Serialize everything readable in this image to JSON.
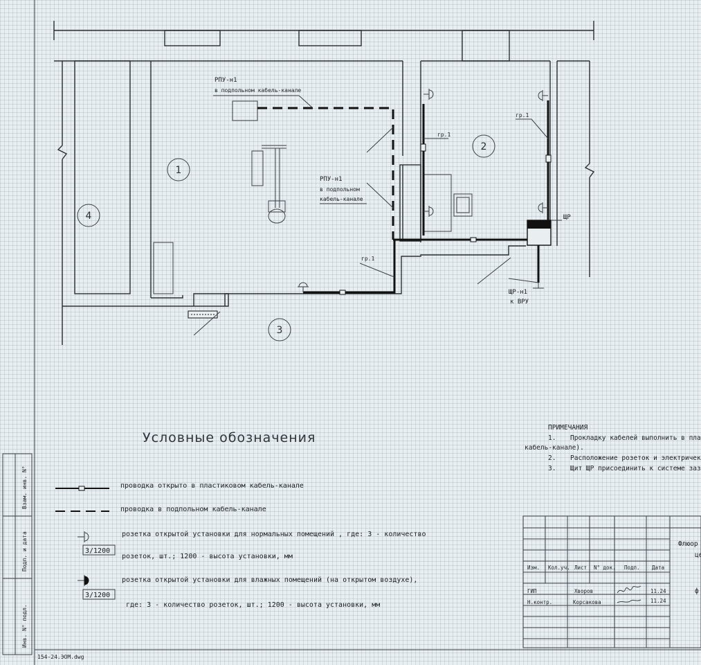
{
  "plan": {
    "rooms": [
      "1",
      "2",
      "3",
      "4"
    ],
    "label_rpu1_top": "РПУ-н1",
    "label_floor_channel_top": "в подпольном кабель-канале",
    "label_rpu1_mid": "РПУ-н1",
    "label_floor_mid_1": "в подпольном",
    "label_floor_mid_2": "кабель-канале",
    "label_gr1_a": "гр.1",
    "label_gr1_b": "гр.1",
    "label_gr1_c": "гр.1",
    "label_shr": "ЩР",
    "label_shr_n1": "ЩР-н1",
    "label_to_vru": "к ВРУ"
  },
  "legend": {
    "title": "Условные обозначения",
    "items": [
      {
        "text": "проводка открыто в пластиковом кабель-канале"
      },
      {
        "text": "проводка в подпольном кабель-канале"
      },
      {
        "text_line1": "розетка открытой установки для нормальных помещений , где: 3 - количество",
        "text_line2": "розеток, шт.; 1200 - высота установки, мм",
        "box": "3/1200"
      },
      {
        "text_line1": "розетка открытой установки для влажных помещений (на открытом воздухе),",
        "text_line2": "где: 3 - количество розеток, шт.; 1200 - высота установки, мм",
        "box": "3/1200"
      }
    ]
  },
  "notes": {
    "title": "ПРИМЕЧАНИЯ",
    "items": [
      {
        "num": "1.",
        "text": "Прокладку кабелей выполнить в плас"
      },
      {
        "num": "",
        "text": "кабель-канале)."
      },
      {
        "num": "2.",
        "text": "Расположение розеток и электричек"
      },
      {
        "num": "3.",
        "text": "Щит ЩР присоединить к системе заз"
      }
    ]
  },
  "title_block": {
    "headers": [
      "Изм.",
      "Кол.уч.",
      "Лист",
      "N° док.",
      "Подп.",
      "Дата"
    ],
    "rows": [
      {
        "role": "ГИП",
        "name": "Хворов",
        "date": "11.24"
      },
      {
        "role": "Н.контр.",
        "name": "Корсакова",
        "date": "11.24"
      }
    ],
    "right_text_1": "Флюор",
    "right_text_2": "це",
    "right_text_3": "ф"
  },
  "side_stamp": [
    "Взам. инв. N°",
    "Подп. и дата",
    "Инв. N° подл."
  ],
  "filename": "154-24.ЭОМ.dwg"
}
